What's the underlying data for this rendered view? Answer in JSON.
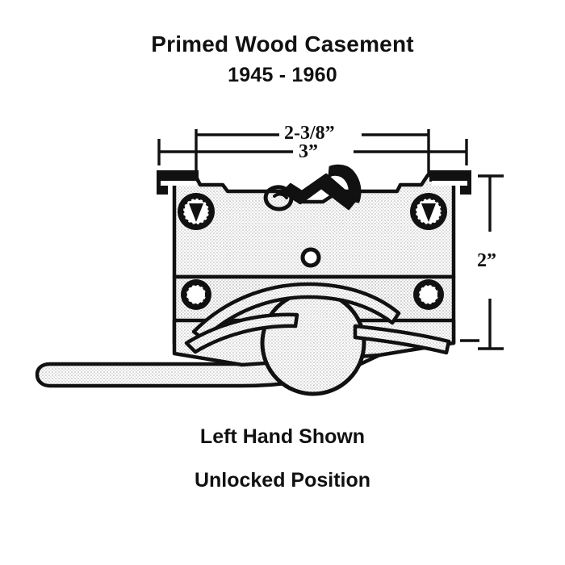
{
  "title": {
    "line1": "Primed Wood Casement",
    "line2": "1945 - 1960"
  },
  "caption": {
    "line1": "Left Hand Shown",
    "line2": "Unlocked Position"
  },
  "dimensions": {
    "width_inner": "2-3/8”",
    "width_outer": "3”",
    "height": "2”"
  },
  "colors": {
    "ink": "#111111",
    "fill": "#ececec",
    "background": "#ffffff"
  },
  "drawing": {
    "subject": "casement-window-sash-lock",
    "parts": [
      "body-plate",
      "latch-hook",
      "cam-lever",
      "handle-arm",
      "screw-hole-top-left",
      "screw-hole-top-right",
      "screw-hole-bottom-left",
      "screw-hole-bottom-right",
      "center-pivot-hole"
    ]
  }
}
